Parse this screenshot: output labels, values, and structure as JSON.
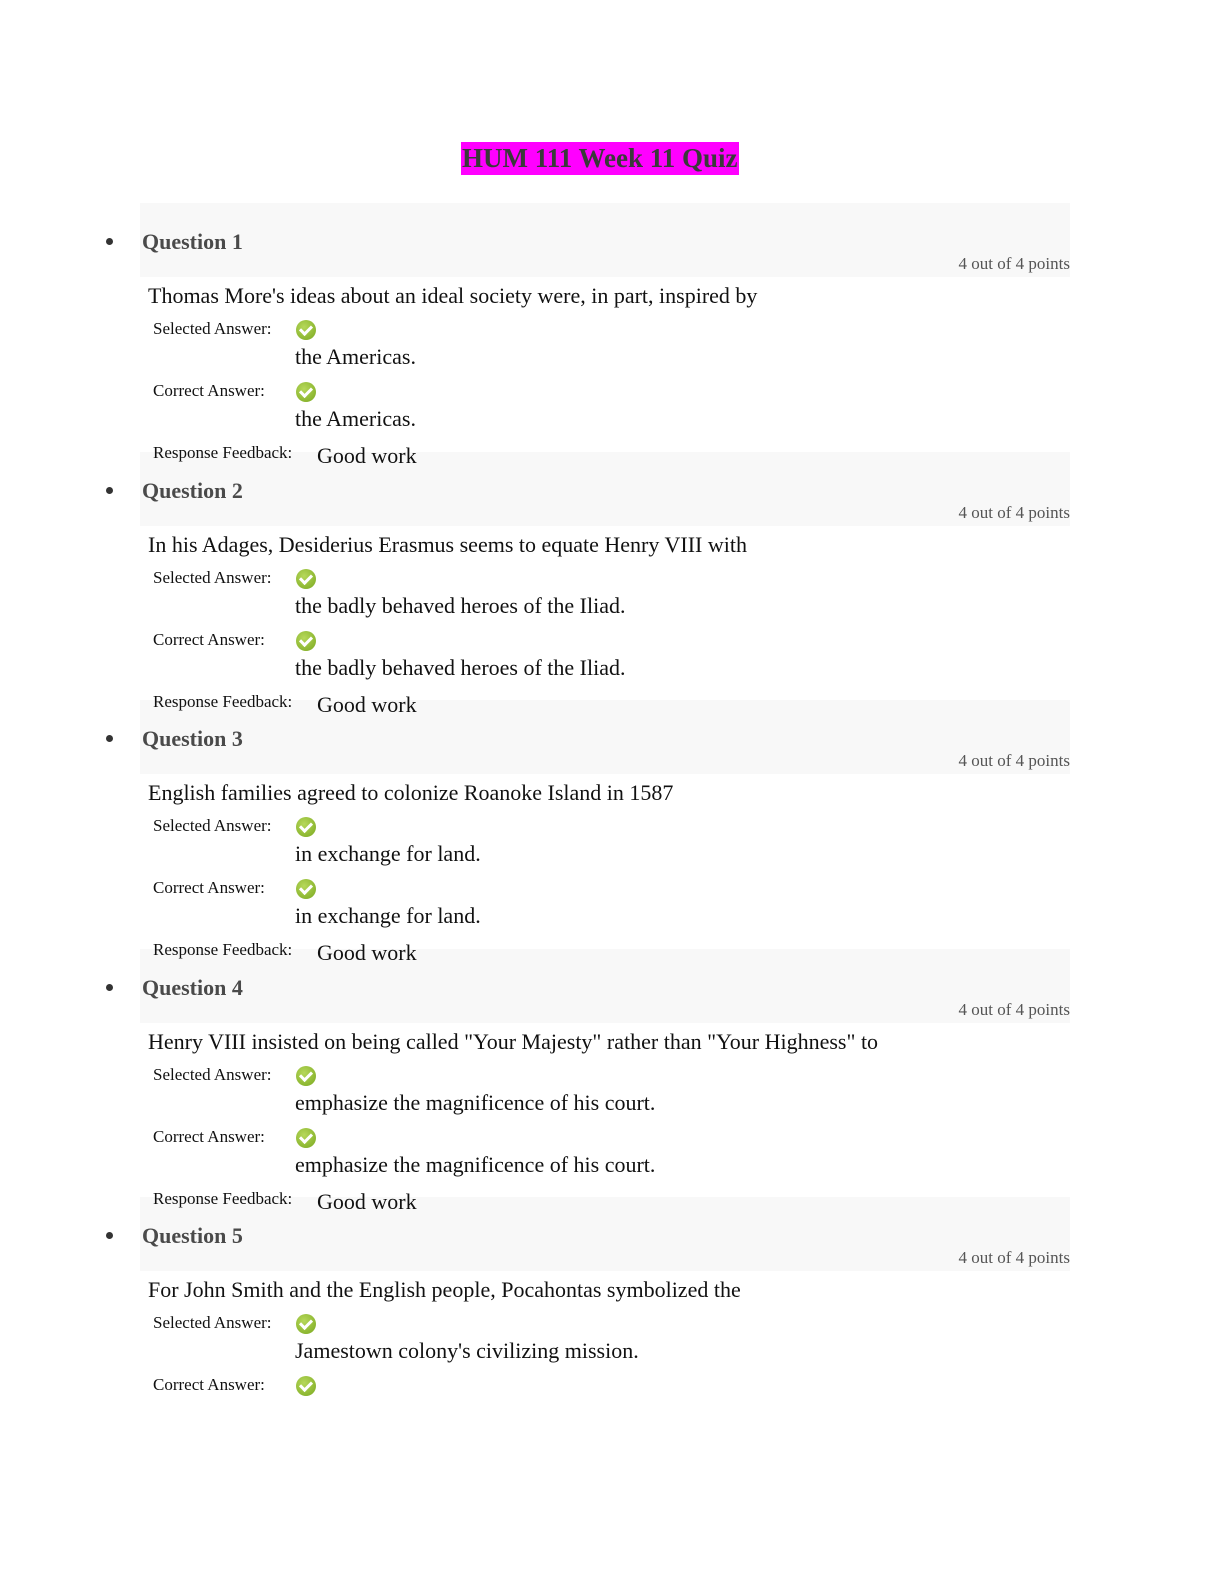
{
  "title": "HUM 111 Week 11 Quiz",
  "labels": {
    "selected": "Selected Answer:",
    "correct": "Correct Answer:",
    "feedback": "Response Feedback:"
  },
  "questions": [
    {
      "heading": "Question 1",
      "points": "4 out of 4 points",
      "text": "Thomas More's ideas about an ideal society were, in part, inspired by",
      "selected": "the Americas.",
      "correct": "the Americas.",
      "feedback": "Good work"
    },
    {
      "heading": "Question 2",
      "points": "4 out of 4 points",
      "text": "In his Adages, Desiderius Erasmus seems to equate Henry VIII with",
      "selected": "the badly behaved heroes of the Iliad.",
      "correct": "the badly behaved heroes of the Iliad.",
      "feedback": "Good work"
    },
    {
      "heading": "Question 3",
      "points": "4 out of 4 points",
      "text": "English families agreed to colonize Roanoke Island in 1587",
      "selected": "in exchange for land.",
      "correct": "in exchange for land.",
      "feedback": "Good work"
    },
    {
      "heading": "Question 4",
      "points": "4 out of 4 points",
      "text": "Henry VIII insisted on being called \"Your Majesty\" rather than \"Your Highness\" to",
      "selected": "emphasize the magnificence of his court.",
      "correct": "emphasize the magnificence of his court.",
      "feedback": "Good work"
    },
    {
      "heading": "Question 5",
      "points": "4 out of 4 points",
      "text": "For John Smith and the English people, Pocahontas symbolized the",
      "selected": "Jamestown colony's civilizing mission."
    }
  ]
}
